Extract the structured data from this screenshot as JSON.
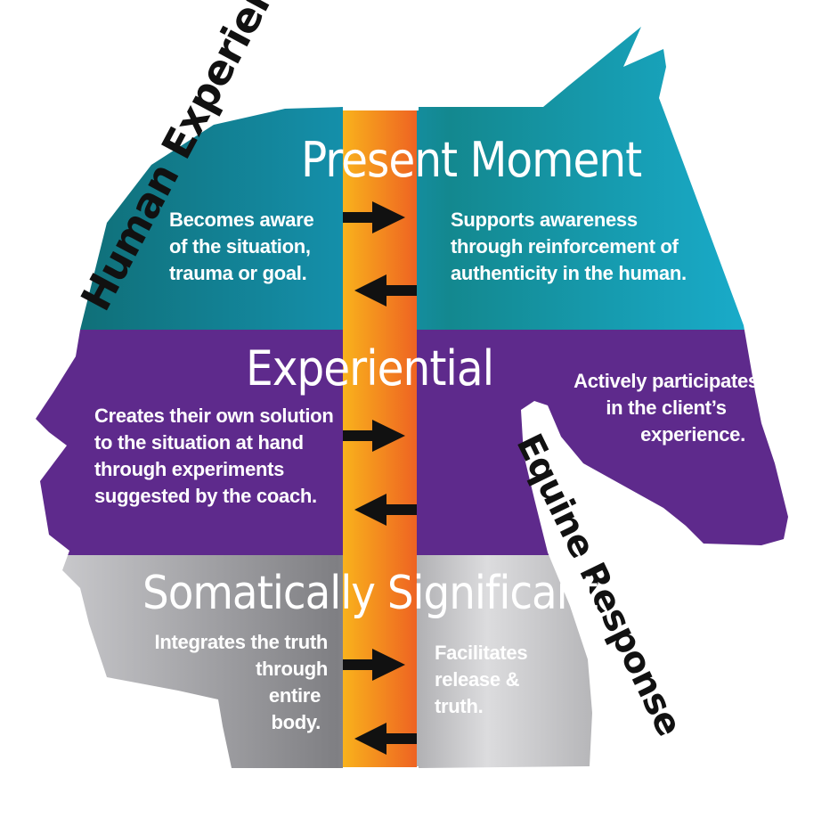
{
  "labels": {
    "human_experience": "Human Experience",
    "equine_response": "Equine Response"
  },
  "sections": {
    "present_moment": {
      "title": "Present Moment",
      "human_text": [
        "Becomes aware",
        "of the situation,",
        "trauma or goal."
      ],
      "equine_text": [
        "Supports awareness",
        "through reinforcement of",
        "authenticity in the human."
      ]
    },
    "experiential": {
      "title": "Experiential",
      "human_text": [
        "Creates their own solution",
        "to the situation at hand",
        "through experiments",
        "suggested by the coach."
      ],
      "equine_text": [
        "Actively participates",
        "in the client’s",
        "experience."
      ]
    },
    "somatically_significant": {
      "title": "Somatically Significant",
      "human_text": [
        "Integrates the truth",
        "through",
        "entire",
        "body."
      ],
      "equine_text": [
        "Facilitates",
        "release &",
        "truth."
      ]
    }
  },
  "colors": {
    "teal_dark": "#16727a",
    "teal_light": "#1aa3c3",
    "purple": "#5e2a8c",
    "gray_light": "#d9d9db",
    "gray_dark": "#7d7d80",
    "orange_light": "#f7a21b",
    "orange_dark": "#ef6a22",
    "arrow": "#111111"
  }
}
